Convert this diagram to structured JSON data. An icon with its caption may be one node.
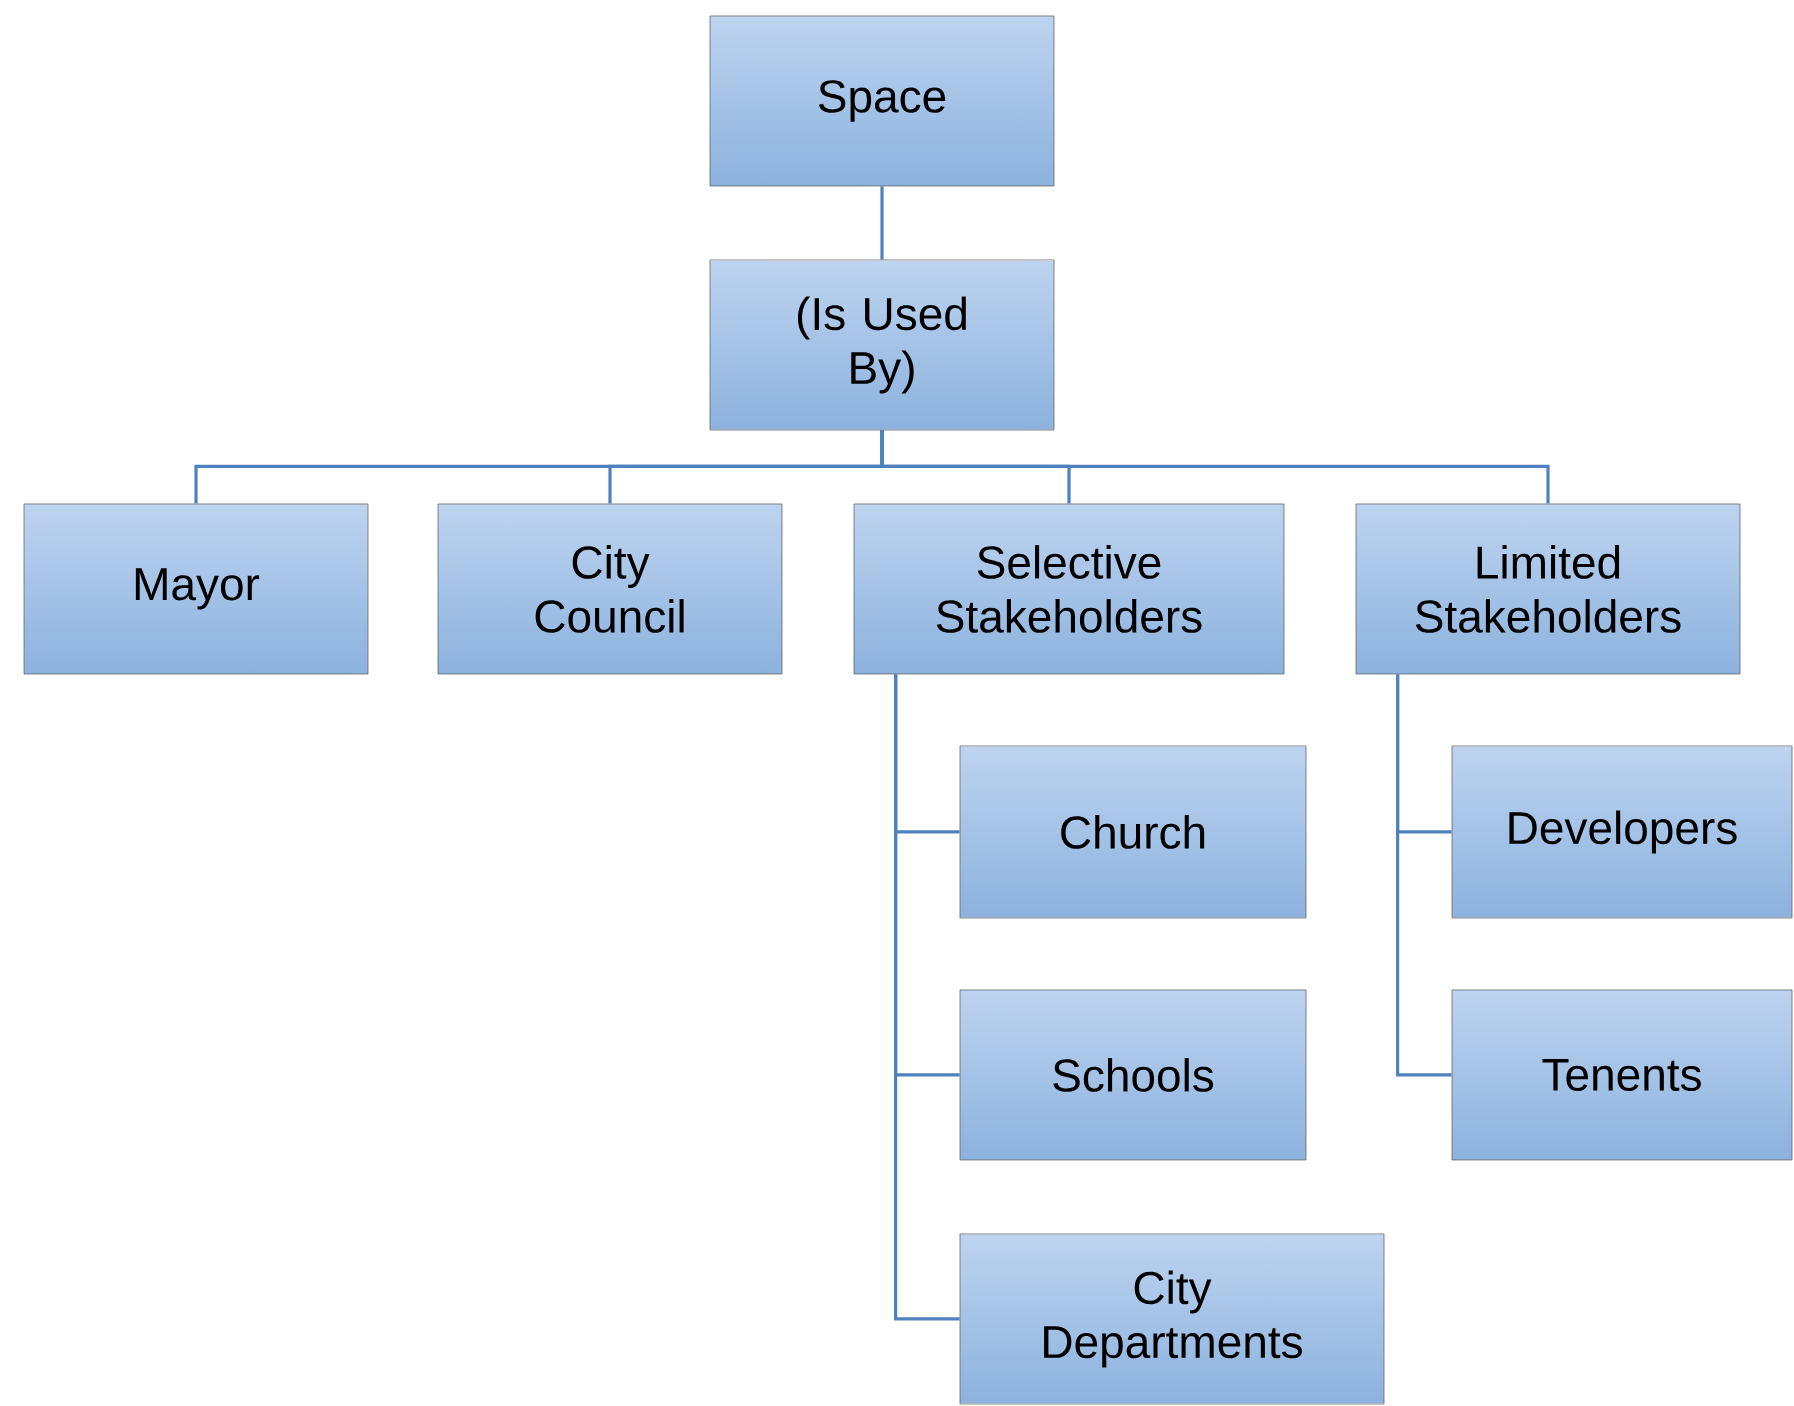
{
  "diagram": {
    "nodes": [
      {
        "text": [
          "Space"
        ]
      },
      {
        "text": [
          "(Is Used By)"
        ]
      },
      {
        "text": [
          "Mayor"
        ]
      },
      {
        "text": [
          "City Council"
        ]
      },
      {
        "text": [
          "Selective Stakeholders"
        ]
      },
      {
        "text": [
          "Limited Stakeholders"
        ]
      },
      {
        "text": [
          "Church"
        ]
      },
      {
        "text": [
          "Schools"
        ]
      },
      {
        "text": [
          "City Departments"
        ]
      },
      {
        "text": [
          "Developers"
        ]
      },
      {
        "text": [
          "Tenents"
        ]
      }
    ],
    "edges": [
      {
        "from": 0,
        "to": 1,
        "arrow": "none"
      },
      {
        "from": 1,
        "to": 2,
        "arrow": "none"
      },
      {
        "from": 1,
        "to": 3,
        "arrow": "none"
      },
      {
        "from": 1,
        "to": 4,
        "arrow": "none"
      },
      {
        "from": 1,
        "to": 5,
        "arrow": "none"
      },
      {
        "from": 4,
        "to": 6,
        "arrow": "none"
      },
      {
        "from": 4,
        "to": 7,
        "arrow": "none"
      },
      {
        "from": 4,
        "to": 8,
        "arrow": "none"
      },
      {
        "from": 5,
        "to": 9,
        "arrow": "none"
      },
      {
        "from": 5,
        "to": 10,
        "arrow": "none"
      }
    ]
  }
}
